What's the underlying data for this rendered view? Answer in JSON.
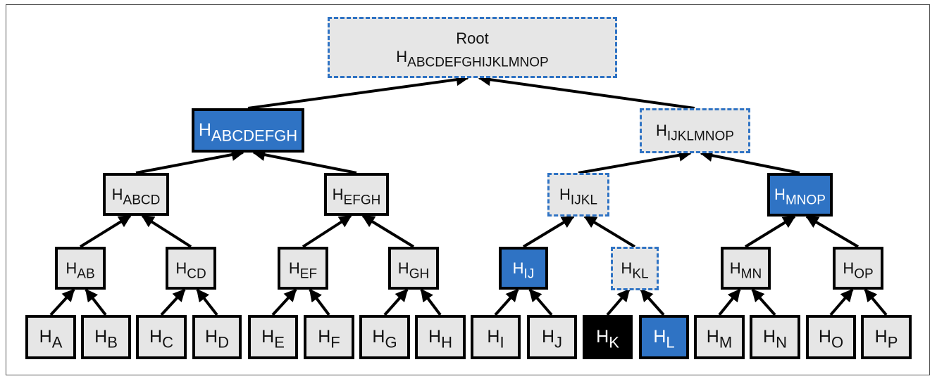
{
  "root": {
    "title": "Root",
    "base": "H",
    "sub": "ABCDEFGHIJKLMNOP"
  },
  "level1": [
    {
      "id": "abcdefgh",
      "base": "H",
      "sub": "ABCDEFGH",
      "style": "blue"
    },
    {
      "id": "ijklmnop",
      "base": "H",
      "sub": "IJKLMNOP",
      "style": "dashed"
    }
  ],
  "level2": [
    {
      "id": "abcd",
      "base": "H",
      "sub": "ABCD",
      "style": "plain"
    },
    {
      "id": "efgh",
      "base": "H",
      "sub": "EFGH",
      "style": "plain"
    },
    {
      "id": "ijkl",
      "base": "H",
      "sub": "IJKL",
      "style": "dashed"
    },
    {
      "id": "mnop",
      "base": "H",
      "sub": "MNOP",
      "style": "blue"
    }
  ],
  "level3": [
    {
      "id": "ab",
      "base": "H",
      "sub": "AB",
      "style": "plain"
    },
    {
      "id": "cd",
      "base": "H",
      "sub": "CD",
      "style": "plain"
    },
    {
      "id": "ef",
      "base": "H",
      "sub": "EF",
      "style": "plain"
    },
    {
      "id": "gh",
      "base": "H",
      "sub": "GH",
      "style": "plain"
    },
    {
      "id": "ij",
      "base": "H",
      "sub": "IJ",
      "style": "blue"
    },
    {
      "id": "kl",
      "base": "H",
      "sub": "KL",
      "style": "dashed"
    },
    {
      "id": "mn",
      "base": "H",
      "sub": "MN",
      "style": "plain"
    },
    {
      "id": "op",
      "base": "H",
      "sub": "OP",
      "style": "plain"
    }
  ],
  "leaves": [
    {
      "id": "a",
      "base": "H",
      "sub": "A",
      "style": "plain"
    },
    {
      "id": "b",
      "base": "H",
      "sub": "B",
      "style": "plain"
    },
    {
      "id": "c",
      "base": "H",
      "sub": "C",
      "style": "plain"
    },
    {
      "id": "d",
      "base": "H",
      "sub": "D",
      "style": "plain"
    },
    {
      "id": "e",
      "base": "H",
      "sub": "E",
      "style": "plain"
    },
    {
      "id": "f",
      "base": "H",
      "sub": "F",
      "style": "plain"
    },
    {
      "id": "g",
      "base": "H",
      "sub": "G",
      "style": "plain"
    },
    {
      "id": "h",
      "base": "H",
      "sub": "H",
      "style": "plain"
    },
    {
      "id": "i",
      "base": "H",
      "sub": "I",
      "style": "plain"
    },
    {
      "id": "j",
      "base": "H",
      "sub": "J",
      "style": "plain"
    },
    {
      "id": "k",
      "base": "H",
      "sub": "K",
      "style": "black"
    },
    {
      "id": "l",
      "base": "H",
      "sub": "L",
      "style": "blue"
    },
    {
      "id": "m",
      "base": "H",
      "sub": "M",
      "style": "plain"
    },
    {
      "id": "n",
      "base": "H",
      "sub": "N",
      "style": "plain"
    },
    {
      "id": "o",
      "base": "H",
      "sub": "O",
      "style": "plain"
    },
    {
      "id": "p",
      "base": "H",
      "sub": "P",
      "style": "plain"
    }
  ],
  "colors": {
    "highlight": "#2f73c4",
    "node_fill": "#e6e6e6",
    "target": "#000000"
  }
}
